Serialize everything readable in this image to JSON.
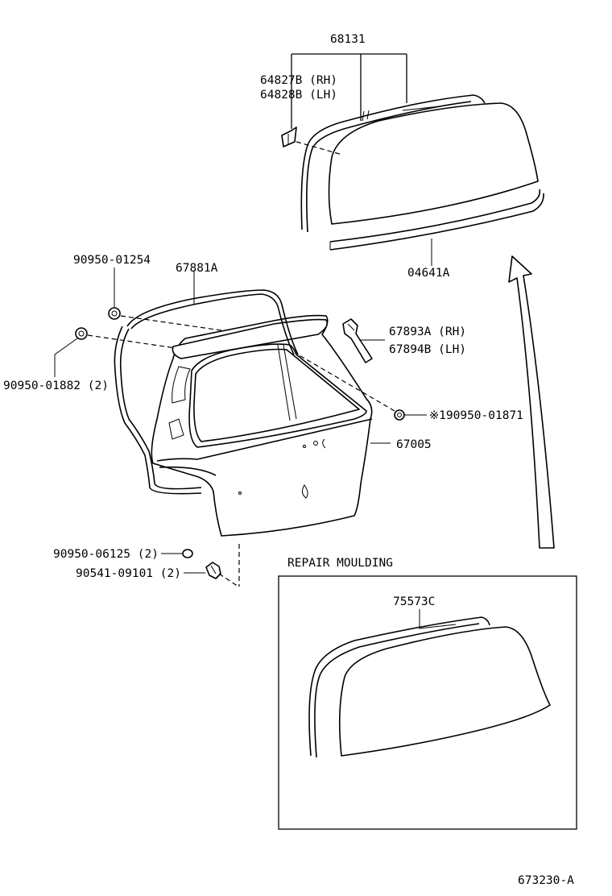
{
  "labels": {
    "p68131": "68131",
    "p64827b": "64827B (RH)",
    "p64828b": "64828B (LH)",
    "p04641a": "04641A",
    "p90950_01254": "90950-01254",
    "p67881a": "67881A",
    "p67893a": "67893A (RH)",
    "p67894b": "67894B (LH)",
    "p90950_01882": "90950-01882 (2)",
    "p90950_01871": "※190950-01871",
    "p67005": "67005",
    "p90950_06125": "90950-06125 (2)",
    "p90541_09101": "90541-09101 (2)",
    "repair_title": "REPAIR MOULDING",
    "p75573c": "75573C",
    "figure_id": "673230-A"
  }
}
